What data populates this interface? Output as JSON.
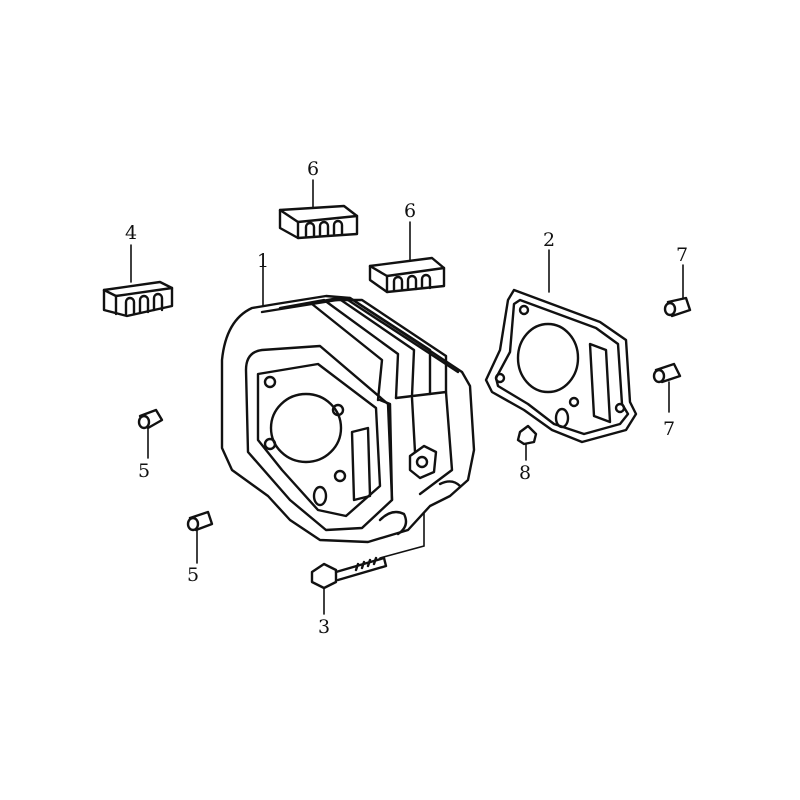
{
  "callouts": {
    "c1": "1",
    "c2": "2",
    "c3": "3",
    "c4": "4",
    "c5a": "5",
    "c5b": "5",
    "c6a": "6",
    "c6b": "6",
    "c7a": "7",
    "c7b": "7",
    "c8": "8"
  }
}
